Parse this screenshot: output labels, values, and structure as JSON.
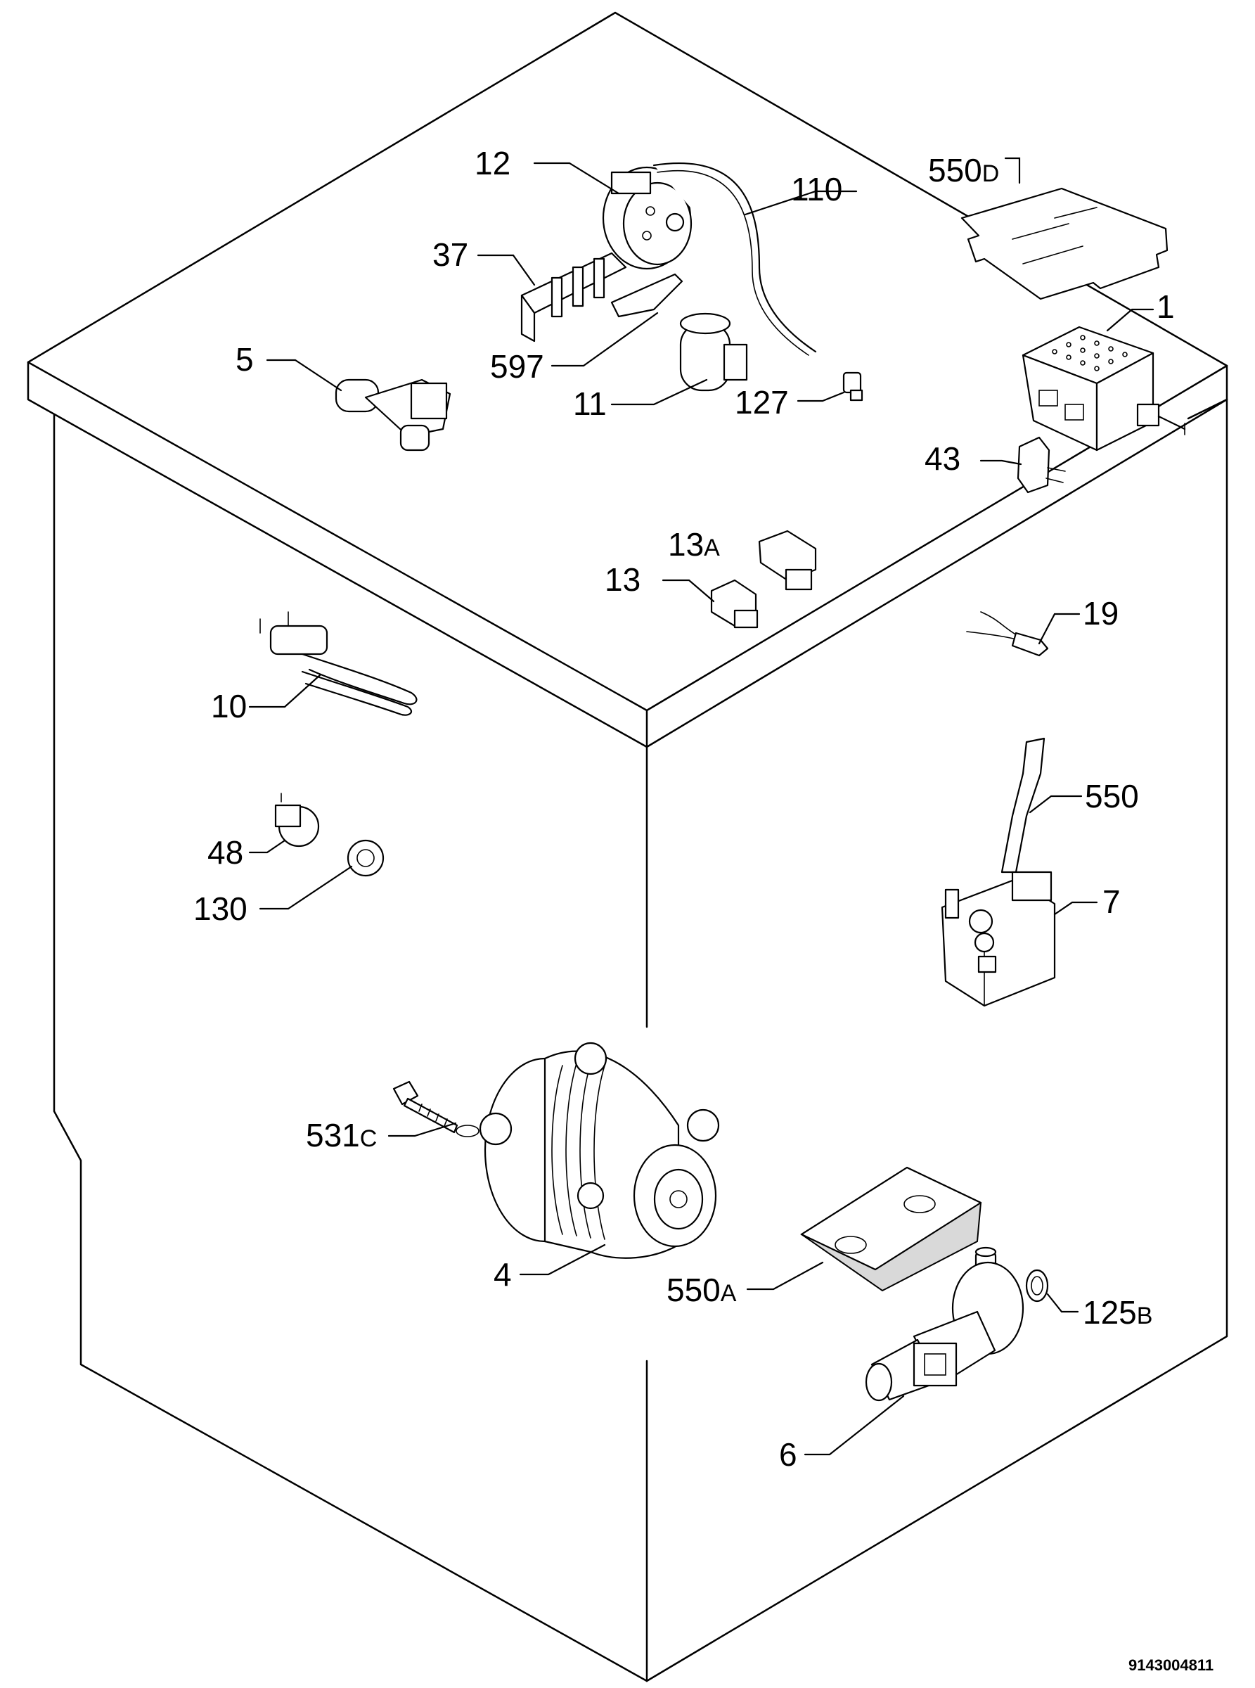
{
  "labels": {
    "p1": "1",
    "p4": "4",
    "p5": "5",
    "p6": "6",
    "p7": "7",
    "p10": "10",
    "p11": "11",
    "p12": "12",
    "p13": "13",
    "p13a_num": "13",
    "p13a_sfx": "A",
    "p19": "19",
    "p37": "37",
    "p43": "43",
    "p48": "48",
    "p110": "110",
    "p125b_num": "125",
    "p125b_sfx": "B",
    "p127": "127",
    "p130": "130",
    "p531c_num": "531",
    "p531c_sfx": "C",
    "p550": "550",
    "p550a_num": "550",
    "p550a_sfx": "A",
    "p550d_num": "550",
    "p550d_sfx": "D",
    "p597": "597"
  },
  "document_id": "9143004811"
}
